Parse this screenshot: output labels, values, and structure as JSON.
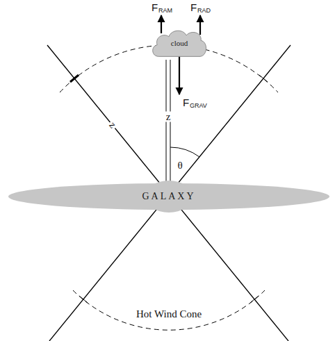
{
  "diagram": {
    "nodes": [
      {
        "text": [
          "cloud"
        ]
      },
      {
        "text": [
          "GALAXY"
        ]
      }
    ],
    "labels": [
      "F",
      "RAM",
      "F",
      "RAD",
      "F",
      "GRAV",
      "z",
      "z",
      "θ",
      "Hot Wind Cone"
    ]
  }
}
